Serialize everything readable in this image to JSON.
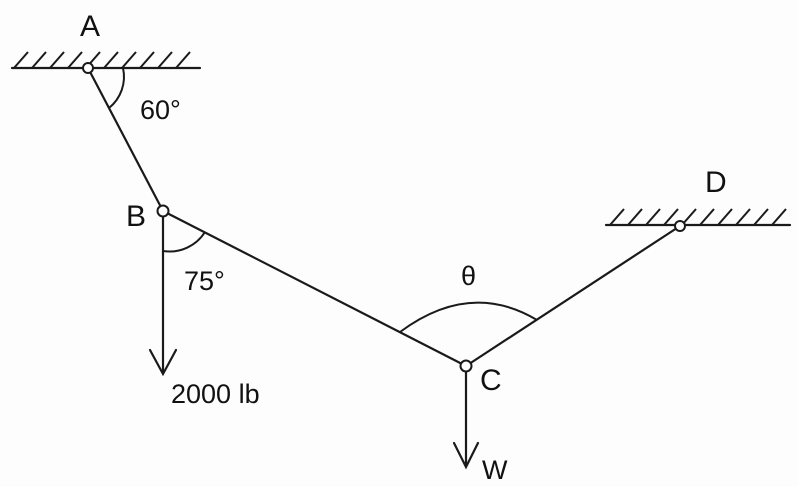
{
  "labels": {
    "point_a": "A",
    "point_b": "B",
    "point_c": "C",
    "point_d": "D",
    "angle_ab": "60°",
    "angle_bc": "75°",
    "angle_theta": "θ",
    "load_b": "2000 lb",
    "load_c": "W"
  }
}
